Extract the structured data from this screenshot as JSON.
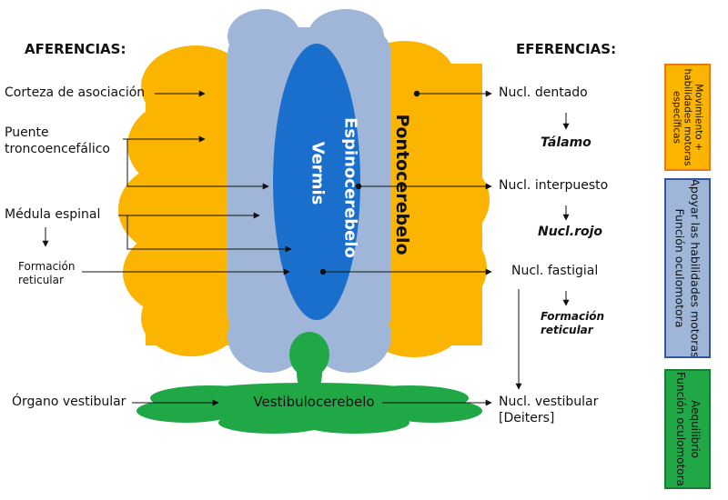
{
  "headers": {
    "afferents": "AFERENCIAS:",
    "efferents": "EFERENCIAS:"
  },
  "afferents": {
    "asociacion": "Corteza de asociación",
    "puente_1": "Puente",
    "puente_2": "troncoencefálico",
    "medula": "Médula espinal",
    "formacion_1": "Formación",
    "formacion_2": "reticular",
    "organo": "Órgano vestibular"
  },
  "regions": {
    "vermis": "Vermis",
    "espino": "Espinocerebelo",
    "ponto": "Pontocerebelo",
    "vestibulo": "Vestibulocerebelo"
  },
  "efferents": {
    "dentado": "Nucl. dentado",
    "talamo": "Tálamo",
    "interpuesto": "Nucl. interpuesto",
    "rojo": "Nucl.rojo",
    "fastigial": "Nucl. fastigial",
    "formacion_1": "Formación",
    "formacion_2": "reticular",
    "vestibular_1": "Nucl. vestibular",
    "vestibular_2": "[Deiters]"
  },
  "side_boxes": {
    "box1": {
      "line1": "Movimiento +",
      "line2": "habilidades motoras",
      "line3": "específicas"
    },
    "box2": {
      "line1": "Apoyar las habilidades motoras",
      "line2": "Función oculomotora"
    },
    "box3": {
      "line1": "Aequilibrio",
      "line2": "Función oculomotora"
    }
  },
  "colors": {
    "pontocerebellum": "#fbb400",
    "spinocerebellum": "#9fb6d8",
    "vermis": "#1a6fcc",
    "vestibulocerebellum": "#1fa845",
    "box1_fill": "#fbb400",
    "box1_border": "#e87722",
    "box2_fill": "#9fb6d8",
    "box2_border": "#2f55a4",
    "box3_fill": "#1fa845",
    "box3_border": "#1c7a34"
  }
}
